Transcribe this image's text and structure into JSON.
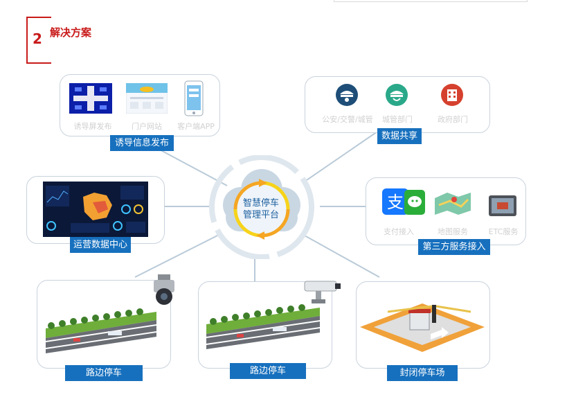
{
  "section": {
    "number": "2",
    "title": "解决方案"
  },
  "hub": {
    "line1": "智慧停车",
    "line2": "管理平台"
  },
  "panels": {
    "guidance": {
      "label": "诱导信息发布",
      "items": [
        "诱导屏发布",
        "门户网站",
        "客户端APP"
      ]
    },
    "data_share": {
      "label": "数据共享",
      "items": [
        "公安/交警/城管",
        "城管部门",
        "政府部门"
      ]
    },
    "ops_center": {
      "label": "运营数据中心"
    },
    "third_party": {
      "label": "第三方服务接入",
      "items": [
        "支付接入",
        "地图服务",
        "ETC服务"
      ]
    },
    "roadside_1": {
      "label": "路边停车"
    },
    "roadside_2": {
      "label": "路边停车"
    },
    "closed_lot": {
      "label": "封闭停车场"
    }
  },
  "colors": {
    "accent_red": "#c91a1a",
    "label_blue": "#1770be",
    "hub_blue": "#1b5e9e",
    "hub_ring_orange": "#f5a623",
    "hub_ring_yellow": "#f7d31a",
    "connector": "#b9cad8"
  },
  "icons": [
    "police-cap-icon",
    "shield-cap-icon",
    "building-icon",
    "alipay-icon",
    "wechat-pay-icon",
    "map-icon",
    "camera-device-icon",
    "dome-camera-icon",
    "box-camera-icon",
    "toll-gate-icon"
  ]
}
